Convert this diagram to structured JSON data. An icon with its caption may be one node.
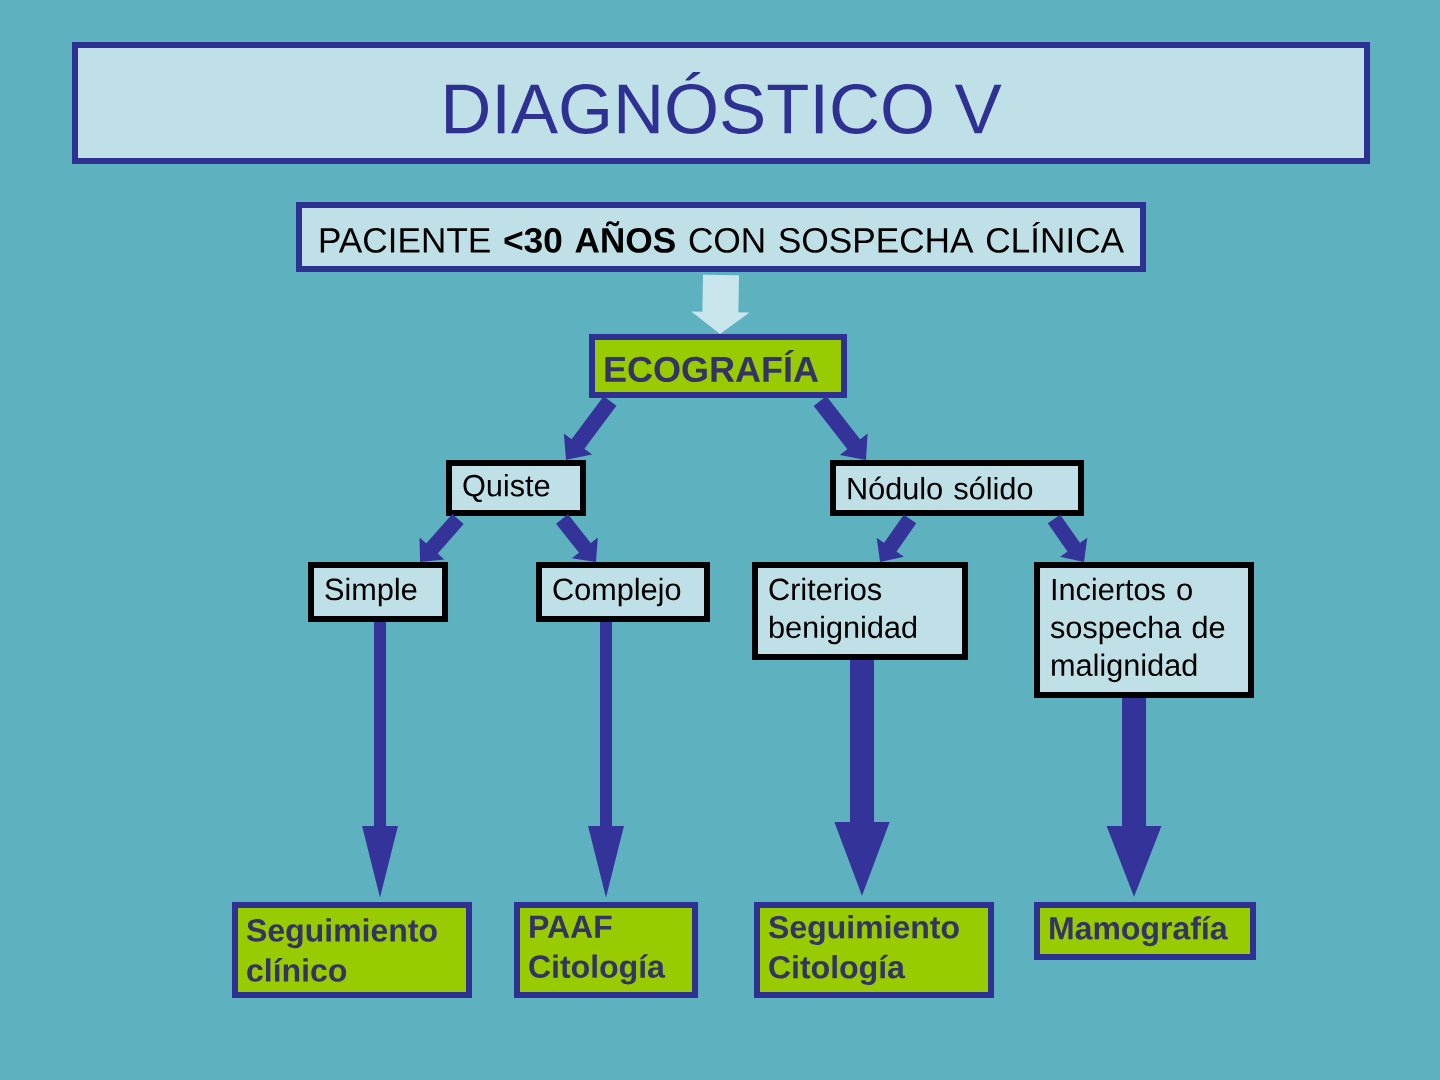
{
  "diagram": {
    "title": "DIAGNÓSTICO V",
    "nodes": [
      {
        "text": [
          "PACIENTE **<30 AÑOS** CON SOSPECHA CLÍNICA"
        ]
      },
      {
        "text": [
          "ECOGRAFÍA"
        ]
      },
      {
        "text": [
          "Quiste"
        ]
      },
      {
        "text": [
          "Nódulo sólido"
        ]
      },
      {
        "text": [
          "Simple"
        ]
      },
      {
        "text": [
          "Complejo"
        ]
      },
      {
        "text": [
          "Criterios benignidad"
        ]
      },
      {
        "text": [
          "Inciertos o sospecha de malignidad"
        ]
      },
      {
        "text": [
          "Seguimiento clínico"
        ]
      },
      {
        "text": [
          "PAAF Citología"
        ]
      },
      {
        "text": [
          "Seguimiento Citología"
        ]
      },
      {
        "text": [
          "Mamografía"
        ]
      }
    ],
    "edges": [
      {
        "from": 0,
        "to": 1,
        "arrow": "to",
        "style": "thick",
        "color": "#c8e6ec"
      },
      {
        "from": 1,
        "to": 2,
        "arrow": "to"
      },
      {
        "from": 1,
        "to": 3,
        "arrow": "to"
      },
      {
        "from": 2,
        "to": 4,
        "arrow": "to"
      },
      {
        "from": 2,
        "to": 5,
        "arrow": "to"
      },
      {
        "from": 3,
        "to": 6,
        "arrow": "to"
      },
      {
        "from": 3,
        "to": 7,
        "arrow": "to"
      },
      {
        "from": 4,
        "to": 8,
        "arrow": "to"
      },
      {
        "from": 5,
        "to": 9,
        "arrow": "to"
      },
      {
        "from": 6,
        "to": 10,
        "arrow": "to"
      },
      {
        "from": 7,
        "to": 11,
        "arrow": "to"
      }
    ]
  }
}
